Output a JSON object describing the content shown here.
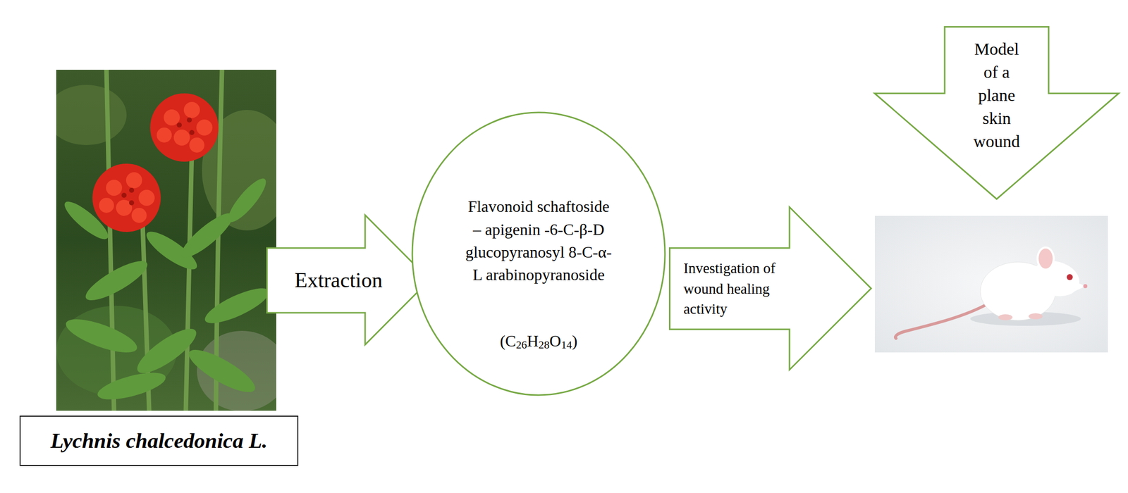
{
  "diagram": {
    "nodes": [
      {
        "text": [
          "Lychnis chalcedonica L."
        ]
      },
      {
        "text": [
          "Extraction"
        ]
      },
      {
        "text": [
          "Flavonoid schaftoside – apigenin -6-C-β-D glucopyranosyl 8-C-α-L arabinopyranoside",
          "(C26H28O14)"
        ]
      },
      {
        "text": [
          "Investigation of wound healing activity"
        ]
      },
      {
        "text": [
          "Model of a plane skin wound"
        ]
      }
    ]
  }
}
